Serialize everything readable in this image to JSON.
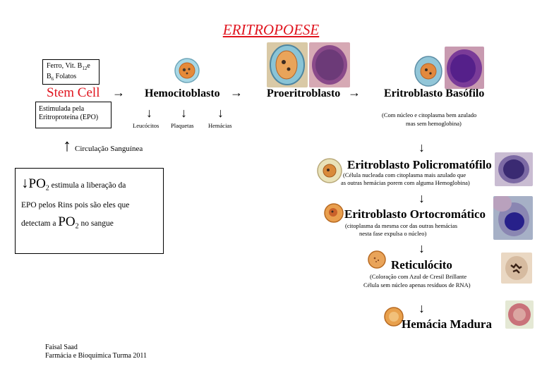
{
  "title": "ERITROPOESE",
  "nutrient_box": {
    "line1": "Ferro, Vit. B",
    "sub1": "12",
    "line1b": "e",
    "line2": "B",
    "sub2": "6",
    "line2b": " Folatos"
  },
  "stem_cell": "Stem Cell",
  "epo_box": {
    "line1": "Estimulada pela",
    "line2": "Eritroproteína (EPO)"
  },
  "circulation": "Circulação Sanguínea",
  "po2_box": {
    "po": "PO",
    "sub": "2",
    "line1_rest": " estimula a liberação da",
    "line2": "EPO pelos Rins pois são eles que",
    "line3_start": "detectam a ",
    "line3_end": " no sangue"
  },
  "stages": {
    "hemocitoblasto": "Hemocitoblasto",
    "proeritroblasto": "Proeritroblasto",
    "basofilo": "Eritroblasto Basófilo",
    "policromatofilo": "Eritroblasto Policromatófilo",
    "ortocromatico": "Eritroblasto Ortocromático",
    "reticulocito": "Reticulócito",
    "hemacia": "Hemácia Madura"
  },
  "branches": [
    "Leucócitos",
    "Plaquetas",
    "Hemácias"
  ],
  "notes": {
    "basofilo": [
      "(Com núcleo e citoplasma bem azulado",
      "mas sem hemoglobina)"
    ],
    "policromatofilo": [
      "(Célula nucleada com citoplasma mais azulado que",
      "as outras hemácias porem com alguma Hemoglobina)"
    ],
    "ortocromatico": [
      "(citoplasma da mesma cor das outras hemácias",
      "nesta fase expulsa o núcleo)"
    ],
    "reticulocito": [
      "(Coloração com Azul de Cresil Brillante",
      "Célula sem núcleo  apenas resíduos de RNA)"
    ]
  },
  "author": {
    "name": "Faisal Saad",
    "course": "Farmácia e Bioquímica Turma 2011"
  },
  "arrows": {
    "right": "→",
    "down": "↓",
    "up": "↑"
  },
  "icons": [
    "cell-icon",
    "micrograph-photo"
  ]
}
